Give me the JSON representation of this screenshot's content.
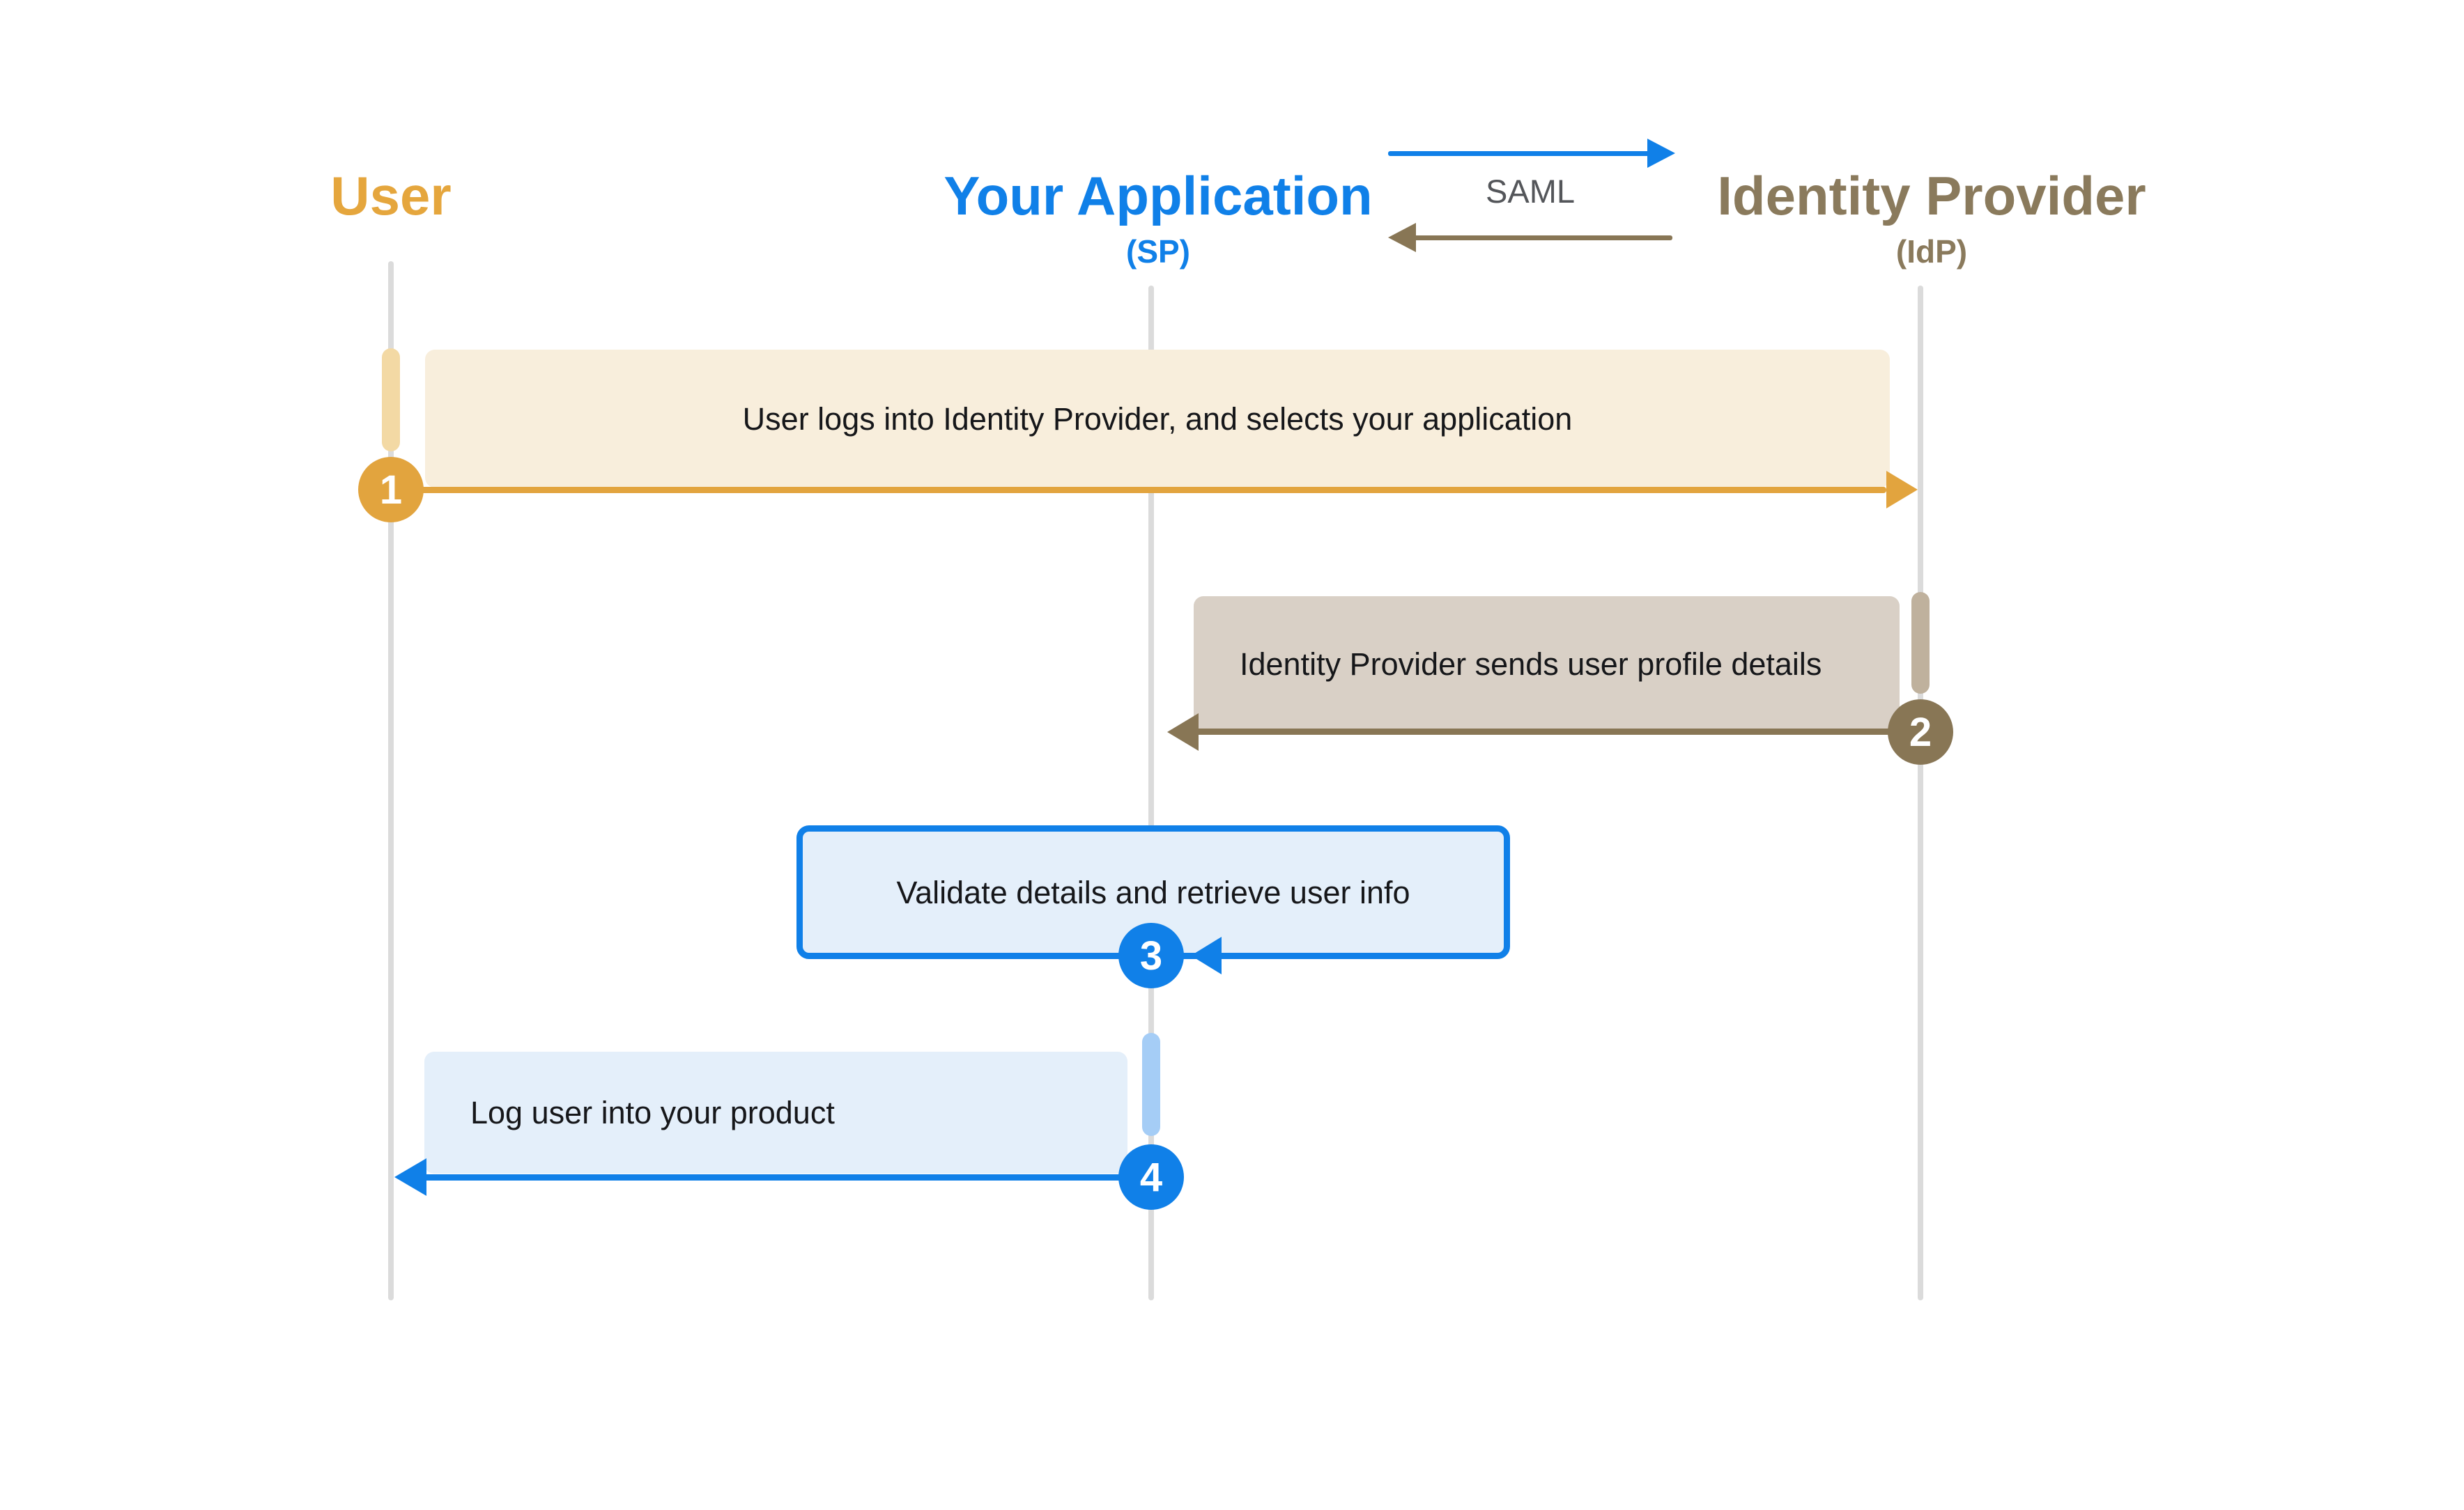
{
  "participants": [
    {
      "label": "User"
    },
    {
      "label": "Your Application",
      "sub": "(SP)"
    },
    {
      "label": "Identity Provider",
      "sub": "(IdP)"
    }
  ],
  "protocol": {
    "label": "SAML"
  },
  "steps": [
    {
      "number": "1",
      "text": "User logs into Identity Provider, and selects your application"
    },
    {
      "number": "2",
      "text": "Identity Provider sends user profile details"
    },
    {
      "number": "3",
      "text": "Validate details and retrieve user info"
    },
    {
      "number": "4",
      "text": "Log user into your product"
    }
  ],
  "colors": {
    "amber": "#E2A43E",
    "amber_light": "#F3D9A4",
    "amber_band_bg": "#F8EEDC",
    "amber_header": "#E5A63D",
    "brown": "#887655",
    "brown_light": "#BFB19D",
    "brown_box_bg": "#D9D0C6",
    "brown_header": "#8A7A5C",
    "blue": "#1080E8",
    "blue_light": "#A5CDF6",
    "blue_box_bg": "#E4EFFA",
    "saml_text": "#54565A",
    "lifeline_gray": "#DBDBDB",
    "message_text": "#16171A"
  }
}
